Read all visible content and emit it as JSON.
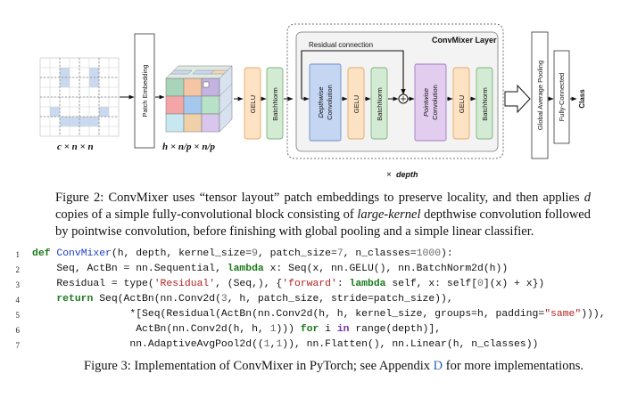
{
  "figure2": {
    "input_label": "c × n × n",
    "patch_embedding": "Patch Embedding",
    "patches_label": "h × n/p × n/p",
    "gelu": "GELU",
    "batchnorm": "BatchNorm",
    "convmixer_layer": "ConvMixer Layer",
    "residual_connection": "Residual connection",
    "depthwise_line1": "Depthwise",
    "depthwise_line2": "Convolution",
    "pointwise_line1": "Pointwise",
    "pointwise_line2": "Convolution",
    "depth_times": "×",
    "depth_word": "depth",
    "global_avg_pooling": "Global Average Pooling",
    "fully_connected": "Fully-Connected",
    "class": "Class",
    "caption_prefix": "Figure 2: ConvMixer uses “tensor layout” patch embeddings to preserve locality, and then applies ",
    "caption_d": "d",
    "caption_mid": " copies of a simple fully-convolutional block consisting of ",
    "caption_large": "large-kernel",
    "caption_suffix": " depthwise convolution followed by pointwise convolution, before finishing with global pooling and a simple linear classifier."
  },
  "code": {
    "line_numbers": [
      "1",
      "2",
      "3",
      "4",
      "5",
      "6",
      "7"
    ],
    "l1": [
      "def",
      " ",
      "ConvMixer",
      "(h, depth, kernel_size=",
      "9",
      ", patch_size=",
      "7",
      ", n_classes=",
      "1000",
      "):"
    ],
    "l2": [
      "Seq, ActBn = nn.Sequential, ",
      "lambda",
      " x: Seq(x, nn.GELU(), nn.BatchNorm2d(h))"
    ],
    "l3": [
      "Residual = type(",
      "'Residual'",
      ", (Seq,), {",
      "'forward'",
      ": ",
      "lambda",
      " self, x: self[",
      "0",
      "](x) + x})"
    ],
    "l4": [
      "return",
      " Seq(ActBn(nn.Conv2d(",
      "3",
      ", h, patch_size, stride=patch_size)),"
    ],
    "l5": [
      "*[Seq(Residual(ActBn(nn.Conv2d(h, h, kernel_size, groups=h, padding=",
      "\"same\"",
      "))),"
    ],
    "l6": [
      "ActBn(nn.Conv2d(h, h, ",
      "1",
      "))) ",
      "for",
      " i ",
      "in",
      " range(depth)],"
    ],
    "l7": [
      "nn.AdaptiveAvgPool2d((",
      "1",
      ",",
      "1",
      ")), nn.Flatten(), nn.Linear(h, n_classes))"
    ]
  },
  "figure3": {
    "caption_prefix": "Figure 3: Implementation of ConvMixer in PyTorch; see Appendix ",
    "caption_link": "D",
    "caption_suffix": " for more implementations."
  }
}
